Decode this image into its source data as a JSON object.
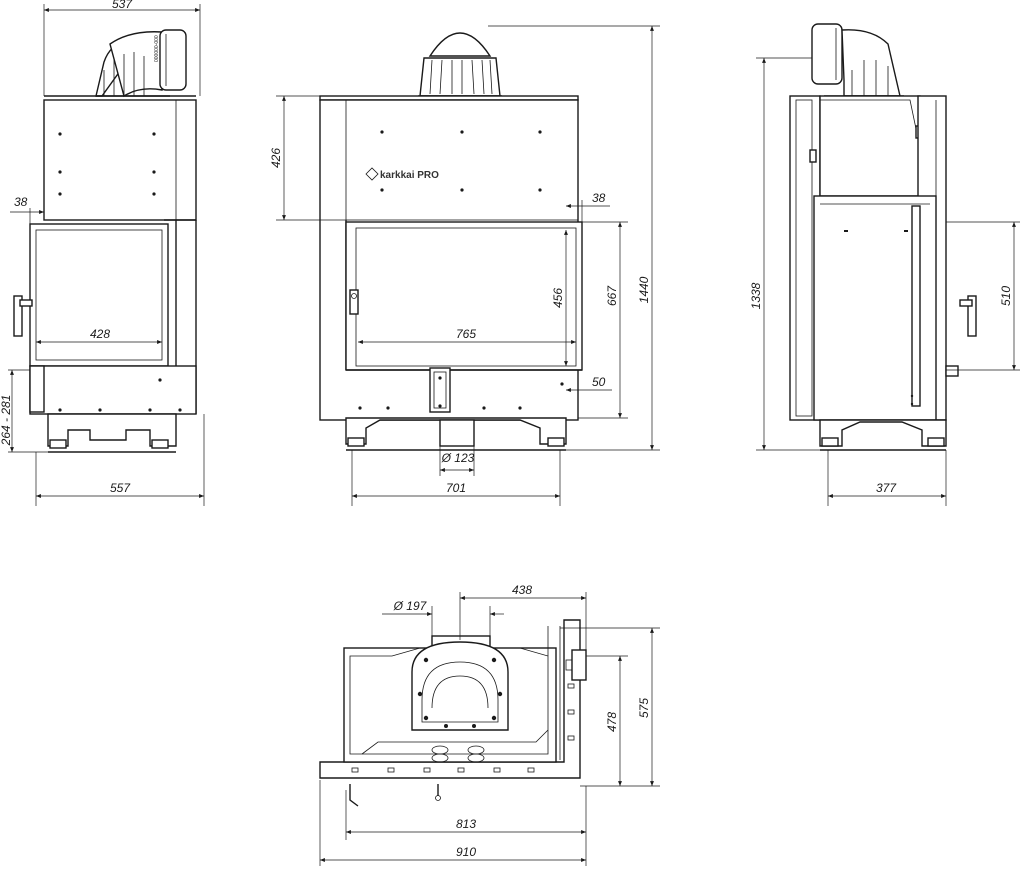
{
  "logo": "karkkai PRO",
  "front_view": {
    "dims": {
      "top_width": "537",
      "left_offset": "38",
      "glass_width": "428",
      "height_range": "264 - 281",
      "bottom_width": "557"
    }
  },
  "front_main_view": {
    "dims": {
      "upper_height": "426",
      "right_offset": "38",
      "glass_width": "765",
      "glass_height": "456",
      "door_height": "667",
      "total_height": "1440",
      "bottom_offset": "50",
      "air_inlet_diameter": "Ø 123",
      "bottom_width": "701"
    }
  },
  "side_view": {
    "dims": {
      "height": "1338",
      "door_height": "510",
      "depth": "377"
    }
  },
  "top_view": {
    "dims": {
      "flue_diameter": "Ø 197",
      "flue_offset": "438",
      "depth_inner": "478",
      "depth_outer": "575",
      "width_inner": "813",
      "width_outer": "910"
    }
  }
}
